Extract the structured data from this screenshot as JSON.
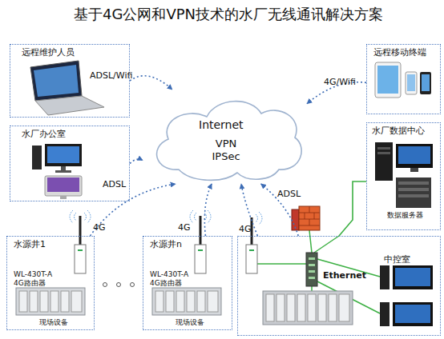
{
  "diagram": {
    "title": "基于4G公网和VPN技术的水厂无线通讯解决方案",
    "nodes": [
      {
        "text": [
          "远程维护人员"
        ]
      },
      {
        "text": [
          "水厂办公室"
        ]
      },
      {
        "text": [
          "Internet",
          "VPN IPSec"
        ]
      },
      {
        "text": [
          "远程移动终端"
        ]
      },
      {
        "text": [
          "水厂数据中心",
          "数据服务器"
        ]
      },
      {
        "text": [
          "水源井1",
          "WL-430T-A 4G路由器",
          "现场设备"
        ]
      },
      {
        "text": [
          "水源井n",
          "WL-430T-A 4G路由器",
          "现场设备"
        ]
      },
      {
        "text": [
          "中控室",
          "Ethernet"
        ]
      }
    ],
    "edges": [
      {
        "from": 0,
        "to": 2,
        "label": "ADSL/Wifi",
        "arrow": "to"
      },
      {
        "from": 3,
        "to": 2,
        "label": "4G/Wifi",
        "arrow": "to"
      },
      {
        "from": 1,
        "to": 2,
        "label": "ADSL",
        "arrow": "to"
      },
      {
        "from": 7,
        "to": 2,
        "label": "ADSL",
        "arrow": "to"
      },
      {
        "from": 5,
        "to": 2,
        "label": "4G",
        "arrow": "to"
      },
      {
        "from": 6,
        "to": 2,
        "label": "4G",
        "arrow": "to"
      },
      {
        "from": 7,
        "to": 2,
        "label": "4G",
        "arrow": "to"
      },
      {
        "from": 4,
        "to": 7,
        "arrow": "none"
      }
    ]
  }
}
